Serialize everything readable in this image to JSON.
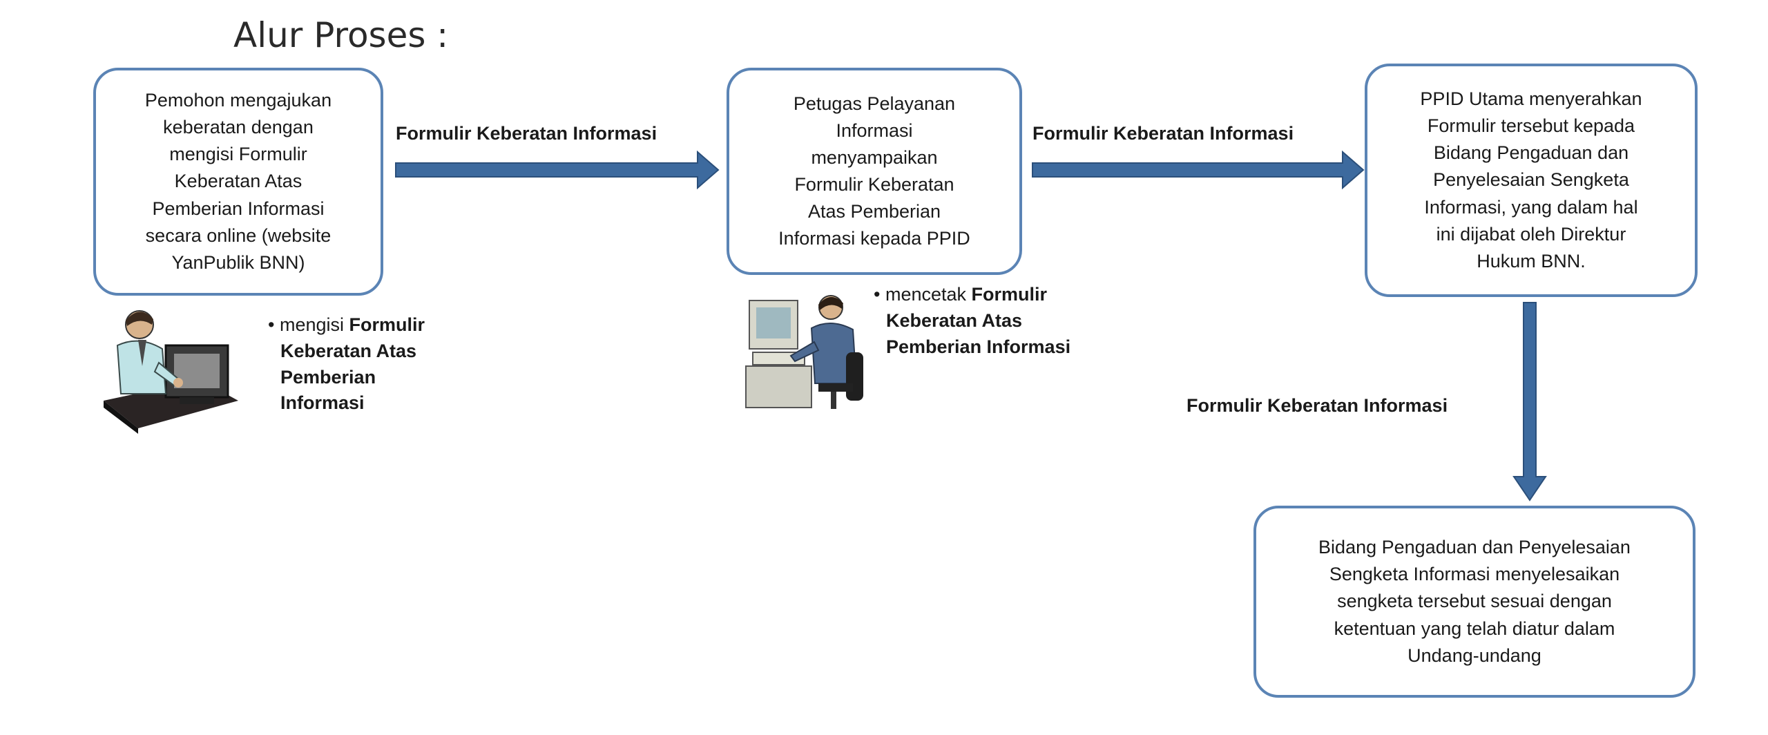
{
  "title": "Alur Proses :",
  "steps": [
    {
      "lines": [
        "Pemohon mengajukan",
        "keberatan dengan",
        "mengisi Formulir",
        "Keberatan Atas",
        "Pemberian Informasi",
        "secara online (website",
        "YanPublik BNN)"
      ]
    },
    {
      "lines": [
        "Petugas Pelayanan",
        "Informasi",
        "menyampaikan",
        "Formulir Keberatan",
        "Atas Pemberian",
        "Informasi kepada PPID"
      ]
    },
    {
      "lines": [
        "PPID Utama menyerahkan",
        "Formulir tersebut kepada",
        "Bidang Pengaduan dan",
        "Penyelesaian Sengketa",
        "Informasi, yang dalam hal",
        "ini dijabat oleh Direktur",
        "Hukum BNN."
      ]
    },
    {
      "lines": [
        "Bidang Pengaduan dan Penyelesaian",
        "Sengketa Informasi menyelesaikan",
        "sengketa tersebut sesuai dengan",
        "ketentuan yang telah diatur dalam",
        "Undang-undang"
      ]
    }
  ],
  "arrows": [
    {
      "label": "Formulir Keberatan Informasi"
    },
    {
      "label": "Formulir Keberatan Informasi"
    },
    {
      "label": "Formulir Keberatan Informasi"
    }
  ],
  "notes": [
    {
      "prefix": "• mengisi ",
      "bold_lines": [
        "Formulir",
        "Keberatan Atas",
        "Pemberian",
        "Informasi"
      ]
    },
    {
      "prefix": "• mencetak ",
      "bold_lines": [
        "Formulir",
        "Keberatan Atas",
        "Pemberian Informasi"
      ]
    }
  ],
  "colors": {
    "box_border": "#5b84b5",
    "arrow_fill": "#3d6a9e",
    "arrow_edge": "#2b4f7a"
  },
  "icons": [
    "person-at-computer-icon",
    "person-at-workstation-icon"
  ]
}
